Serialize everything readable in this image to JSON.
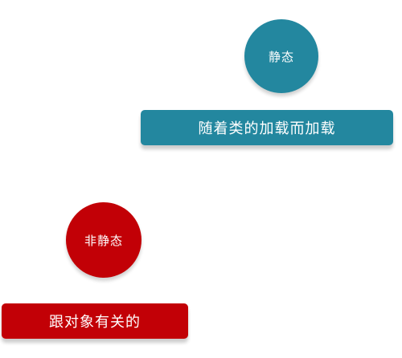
{
  "static_group": {
    "circle_label": "静态",
    "bar_label": "随着类的加载而加载",
    "color": "#23879f"
  },
  "nonstatic_group": {
    "circle_label": "非静态",
    "bar_label": "跟对象有关的",
    "color": "#c20006"
  }
}
